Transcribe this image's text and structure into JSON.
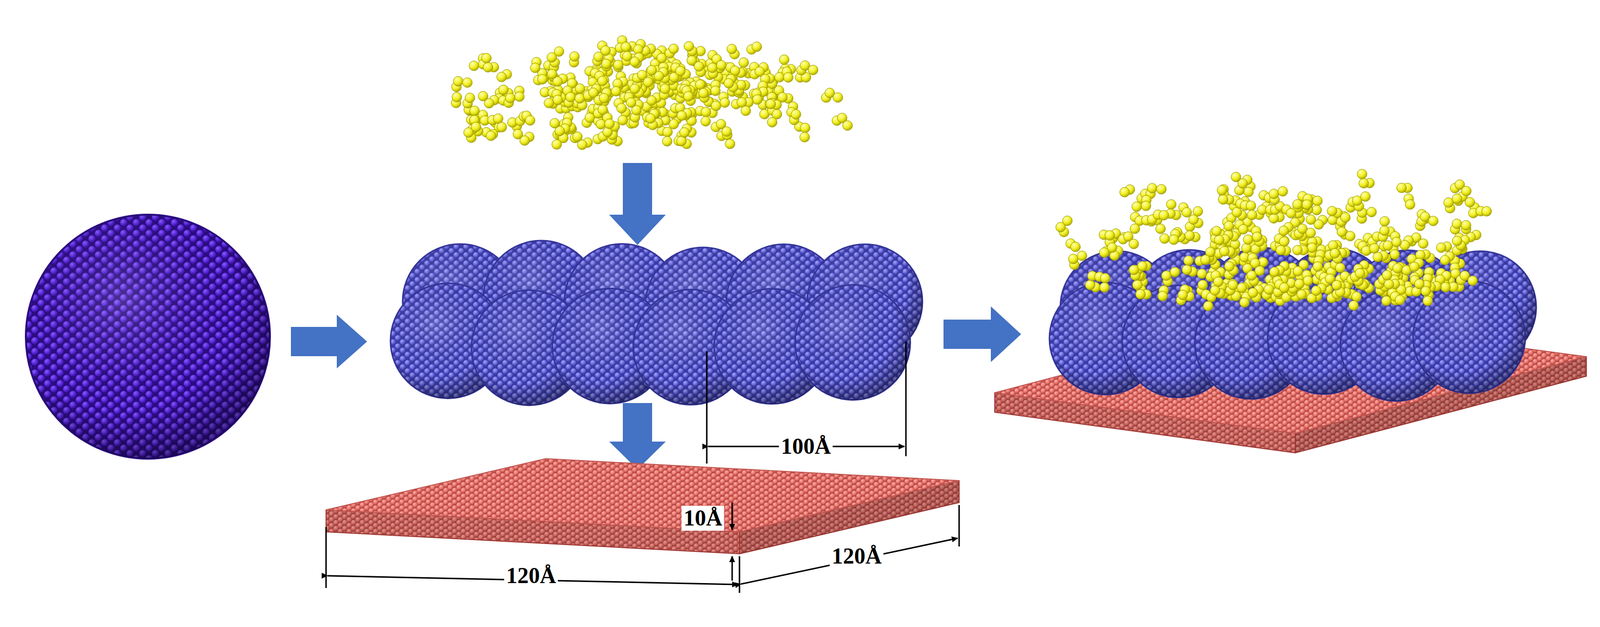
{
  "diagram": {
    "labels": [
      "100Å",
      "120Å",
      "10Å",
      "120Å"
    ]
  }
}
